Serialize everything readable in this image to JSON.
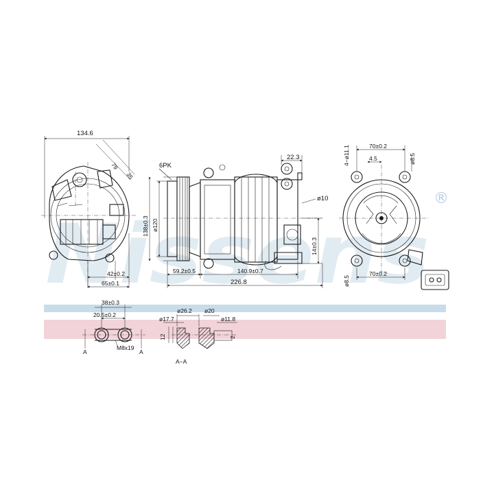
{
  "watermark": {
    "brand": "Nissens",
    "registered": "®"
  },
  "colors": {
    "band_blue": "#c8dcea",
    "band_pink": "#f2d3da",
    "watermark": "#c9dbe9",
    "line": "#1a1a1a"
  },
  "front_view": {
    "width": "134.6",
    "angle": "79",
    "angle2": "35",
    "offset_a": "42±0.2",
    "offset_b": "65±0.1"
  },
  "side_view": {
    "belt": "6PK",
    "pulley_dia": "ø120",
    "height": "138±0.3",
    "fitting": "22.3",
    "port_dia": "ø10",
    "connector_h": "14±0.3",
    "len_a": "59.2±0.5",
    "len_b": "140.9±0.7",
    "total": "226.8"
  },
  "rear_view": {
    "holes": "4−ø11.1",
    "width_top": "70±0.2",
    "width_inner": "4.5",
    "dia_top": "ø8.5",
    "width_bottom": "70±0.2",
    "dia_bottom": "ø8.5"
  },
  "port_detail": {
    "span": "38±0.3",
    "pitch": "20.5±0.2",
    "thread": "M8x19",
    "section_a": "A"
  },
  "section_detail": {
    "d1": "ø26.2",
    "d2": "ø20",
    "d3": "ø17.7",
    "d4": "ø11.8",
    "h": "12",
    "h2": "2",
    "title": "A−A"
  }
}
